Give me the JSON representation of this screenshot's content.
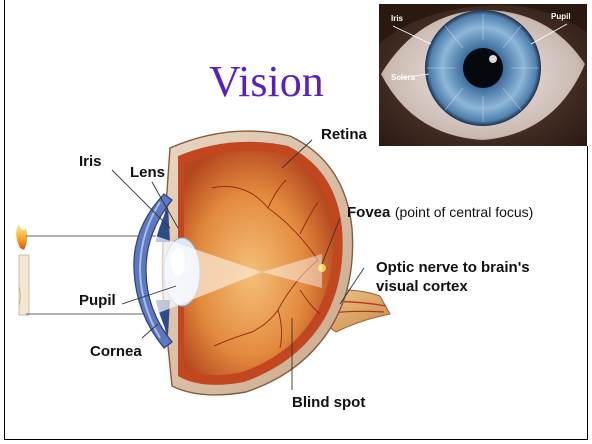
{
  "slide": {
    "title": "Vision",
    "title_color": "#5a1fc4"
  },
  "photo": {
    "labels": {
      "iris": "Iris",
      "pupil": "Pupil",
      "sclera": "Sclera"
    }
  },
  "diagram": {
    "labels": {
      "retina": "Retina",
      "iris": "Iris",
      "lens": "Lens",
      "fovea": "Fovea",
      "fovea_note": " (point of central focus)",
      "optic_line1": "Optic nerve to brain's",
      "optic_line2": "visual cortex",
      "pupil": "Pupil",
      "cornea": "Cornea",
      "blind_spot": "Blind spot"
    }
  },
  "colors": {
    "sclera_outer": "#d8c2a8",
    "retina": "#c75a2a",
    "vitreous": "#e59a4a",
    "iris_blue": "#3b5fa8",
    "lens": "#e8eef6",
    "candle_flame": "#f4a020"
  }
}
